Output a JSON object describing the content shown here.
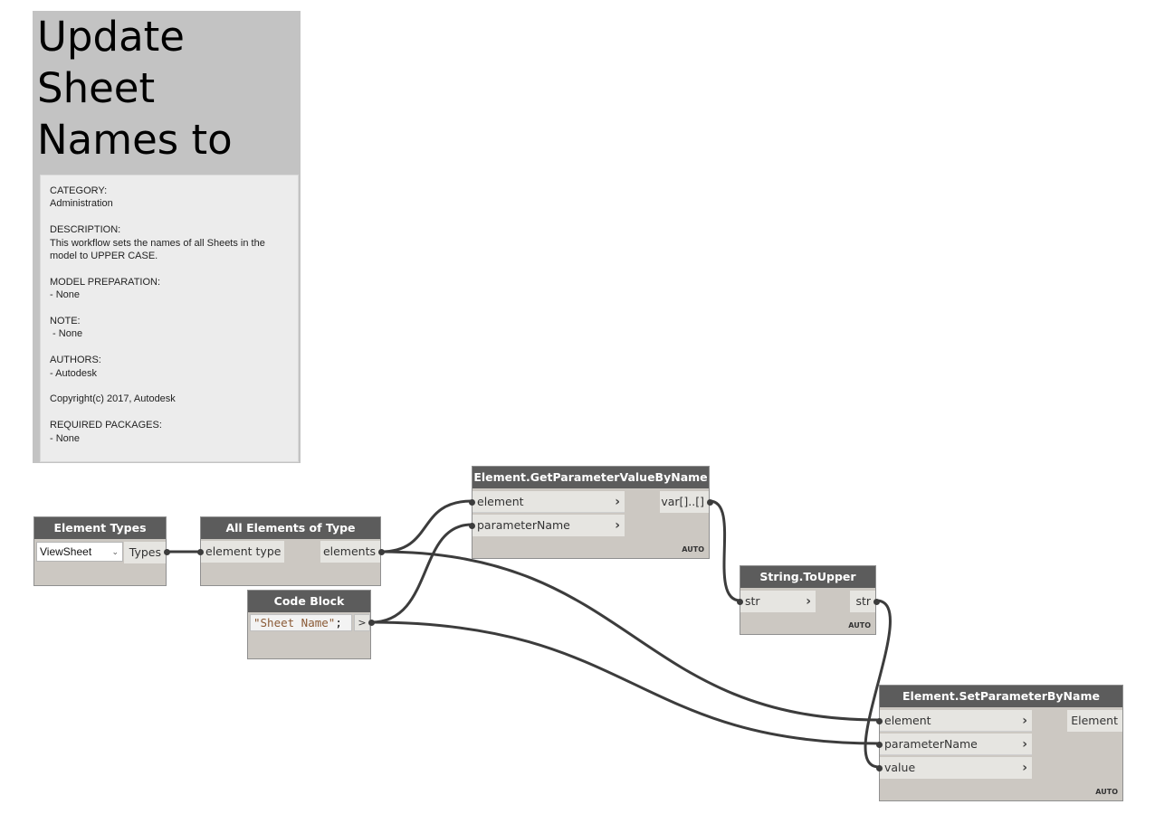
{
  "group": {
    "title": "Update Sheet Names to Upper Case",
    "note": [
      {
        "heading": "CATEGORY:",
        "value": "Administration"
      },
      {
        "heading": "DESCRIPTION:",
        "value": "This workflow sets the names of all Sheets in the model to UPPER CASE."
      },
      {
        "heading": "MODEL PREPARATION:",
        "value": "- None"
      },
      {
        "heading": "NOTE:",
        "value": " - None"
      },
      {
        "heading": "AUTHORS:",
        "value": "- Autodesk"
      },
      {
        "heading": "",
        "value": "Copyright(c) 2017, Autodesk"
      },
      {
        "heading": "REQUIRED PACKAGES:",
        "value": "- None"
      }
    ]
  },
  "nodes": {
    "element_types": {
      "title": "Element Types",
      "dropdown_value": "ViewSheet",
      "output": "Types"
    },
    "all_elements": {
      "title": "All Elements of Type",
      "input": "element type",
      "output": "elements"
    },
    "code_block": {
      "title": "Code Block",
      "code_string": "\"Sheet Name\"",
      "code_terminator": ";",
      "output": ">"
    },
    "get_param": {
      "title": "Element.GetParameterValueByName",
      "inputs": [
        "element",
        "parameterName"
      ],
      "output": "var[]..[]",
      "lacing": "AUTO"
    },
    "to_upper": {
      "title": "String.ToUpper",
      "input": "str",
      "output": "str",
      "lacing": "AUTO"
    },
    "set_param": {
      "title": "Element.SetParameterByName",
      "inputs": [
        "element",
        "parameterName",
        "value"
      ],
      "output": "Element",
      "lacing": "AUTO"
    }
  },
  "colors": {
    "canvas": "#ffffff",
    "group_background": "#c3c3c3",
    "node_header": "#5c5c5c",
    "node_body": "#ccc8c2",
    "port": "#e6e5e1",
    "wire": "#3c3c3c",
    "code_string": "#8a5a36"
  },
  "icons": [
    "chevron-right-icon",
    "dropdown-caret-icon"
  ]
}
